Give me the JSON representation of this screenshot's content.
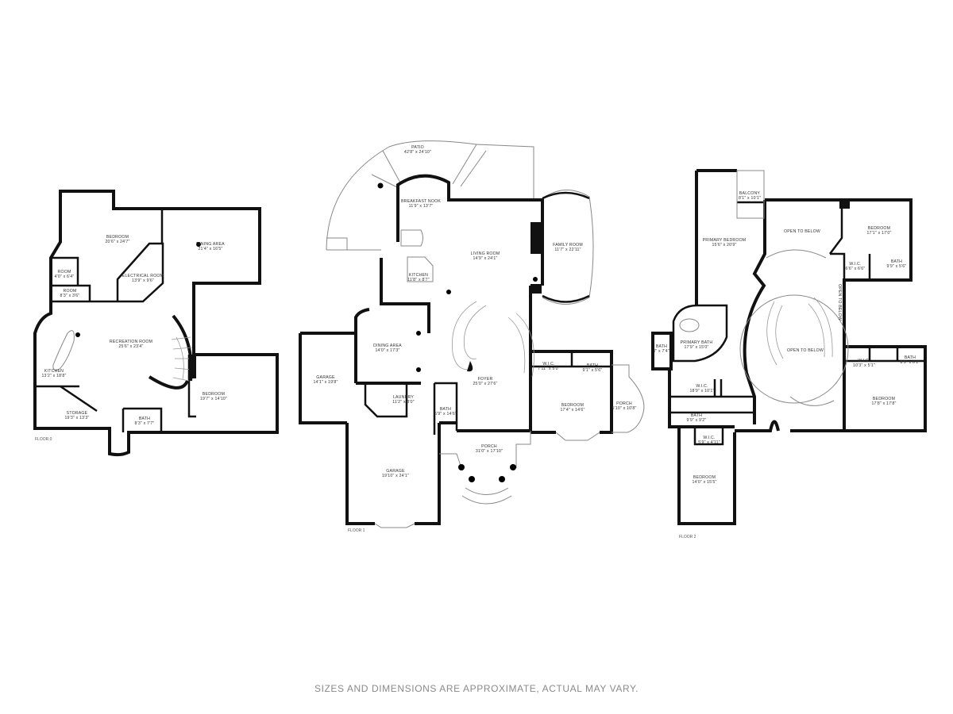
{
  "disclaimer": "SIZES AND DIMENSIONS ARE APPROXIMATE, ACTUAL MAY VARY.",
  "floors": [
    {
      "label": "FLOOR 0",
      "rooms": [
        {
          "name": "BEDROOM",
          "dims": "20'6\" x 24'7\""
        },
        {
          "name": "DINING AREA",
          "dims": "21'4\" x 16'5\""
        },
        {
          "name": "ELECTRICAL ROOM",
          "dims": "13'9\" x 9'6\""
        },
        {
          "name": "ROOM",
          "dims": "4'0\" x 6'4\""
        },
        {
          "name": "ROOM",
          "dims": "8'3\" x 3'6\""
        },
        {
          "name": "RECREATION ROOM",
          "dims": "25'6\" x 23'4\""
        },
        {
          "name": "KITCHEN",
          "dims": "13'2\" x 18'8\""
        },
        {
          "name": "STORAGE",
          "dims": "19'3\" x 13'3\""
        },
        {
          "name": "BATH",
          "dims": "8'3\" x 7'7\""
        },
        {
          "name": "BEDROOM",
          "dims": "19'7\" x 14'10\""
        }
      ]
    },
    {
      "label": "FLOOR 1",
      "rooms": [
        {
          "name": "PATIO",
          "dims": "42'8\" x 24'10\""
        },
        {
          "name": "BREAKFAST NOOK",
          "dims": "11'9\" x 13'7\""
        },
        {
          "name": "LIVING ROOM",
          "dims": "14'9\" x 24'1\""
        },
        {
          "name": "FAMILY ROOM",
          "dims": "11'7\" x 22'11\""
        },
        {
          "name": "KITCHEN",
          "dims": "11'8\" x 8'7\""
        },
        {
          "name": "DINING AREA",
          "dims": "14'0\" x 17'3\""
        },
        {
          "name": "GARAGE",
          "dims": "14'1\" x 19'8\""
        },
        {
          "name": "LAUNDRY",
          "dims": "11'2\" x 8'0\""
        },
        {
          "name": "BATH",
          "dims": "5'9\" x 14'6\""
        },
        {
          "name": "FOYER",
          "dims": "25'0\" x 27'6\""
        },
        {
          "name": "W.I.C.",
          "dims": "7'11\" x 5'0\""
        },
        {
          "name": "BATH",
          "dims": "9'1\" x 5'6\""
        },
        {
          "name": "BEDROOM",
          "dims": "17'4\" x 14'6\""
        },
        {
          "name": "PORCH",
          "dims": "5'10\" x 10'8\""
        },
        {
          "name": "PORCH",
          "dims": "31'0\" x 17'10\""
        },
        {
          "name": "GARAGE",
          "dims": "19'10\" x 24'1\""
        }
      ]
    },
    {
      "label": "FLOOR 2",
      "rooms": [
        {
          "name": "BALCONY",
          "dims": "8'1\" x 10'1\""
        },
        {
          "name": "PRIMARY BEDROOM",
          "dims": "15'6\" x 20'9\""
        },
        {
          "name": "OPEN TO BELOW",
          "dims": ""
        },
        {
          "name": "BEDROOM",
          "dims": "17'1\" x 17'0\""
        },
        {
          "name": "W.I.C.",
          "dims": "6'6\" x 6'6\""
        },
        {
          "name": "BATH",
          "dims": "9'9\" x 5'6\""
        },
        {
          "name": "PRIMARY BATH",
          "dims": "17'9\" x 15'0\""
        },
        {
          "name": "BATH",
          "dims": "7' x 7'4\""
        },
        {
          "name": "OPEN TO BELOW",
          "dims": ""
        },
        {
          "name": "OPEN TO BELOW",
          "dims": ""
        },
        {
          "name": "W.I.C.",
          "dims": "10'3\" x 5'1\""
        },
        {
          "name": "BATH",
          "dims": "8'9\" x 6'1\""
        },
        {
          "name": "BEDROOM",
          "dims": "17'8\" x 17'8\""
        },
        {
          "name": "W.I.C.",
          "dims": "18'9\" x 10'1\""
        },
        {
          "name": "BATH",
          "dims": "9'9\" x 9'2\""
        },
        {
          "name": "W.I.C.",
          "dims": "5'9\" x 4'11\""
        },
        {
          "name": "BEDROOM",
          "dims": "14'0\" x 15'5\""
        }
      ]
    }
  ]
}
